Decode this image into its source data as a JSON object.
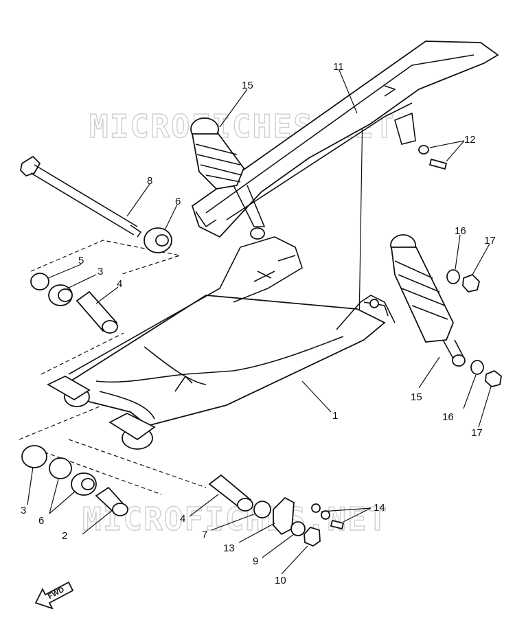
{
  "watermark": "MICROFICHES.NET",
  "fwd_label": "FWD",
  "callouts": {
    "c1": "1",
    "c2": "2",
    "c3a": "3",
    "c3b": "3",
    "c4a": "4",
    "c4b": "4",
    "c5": "5",
    "c6a": "6",
    "c6b": "6",
    "c7": "7",
    "c8": "8",
    "c9": "9",
    "c10": "10",
    "c11": "11",
    "c12": "12",
    "c13": "13",
    "c14": "14",
    "c15a": "15",
    "c15b": "15",
    "c16a": "16",
    "c16b": "16",
    "c17a": "17",
    "c17b": "17"
  }
}
